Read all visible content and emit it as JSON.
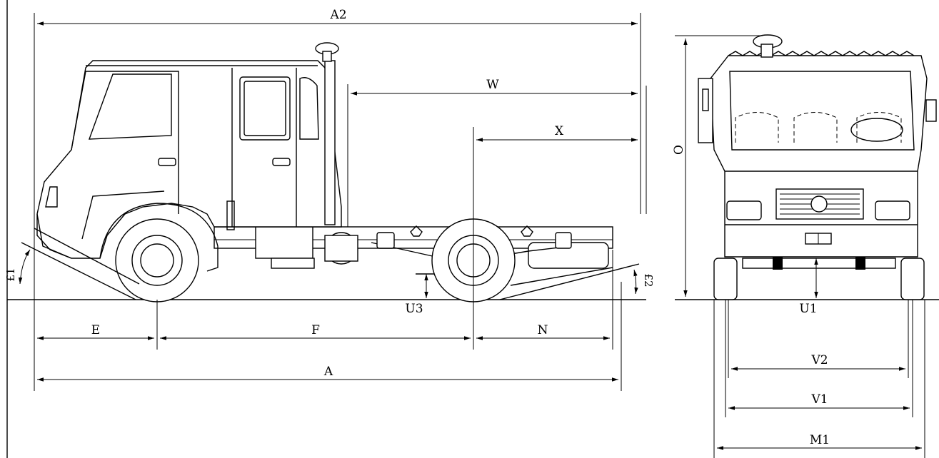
{
  "labels": {
    "a2": "A2",
    "w": "W",
    "x": "X",
    "e": "E",
    "f": "F",
    "n": "N",
    "a": "A",
    "u3": "U3",
    "e1": "£1",
    "e2": "£2",
    "o": "O",
    "u1": "U1",
    "v2": "V2",
    "v1": "V1",
    "m1": "M1"
  },
  "colors": {
    "line": "#000000",
    "background": "#ffffff"
  }
}
